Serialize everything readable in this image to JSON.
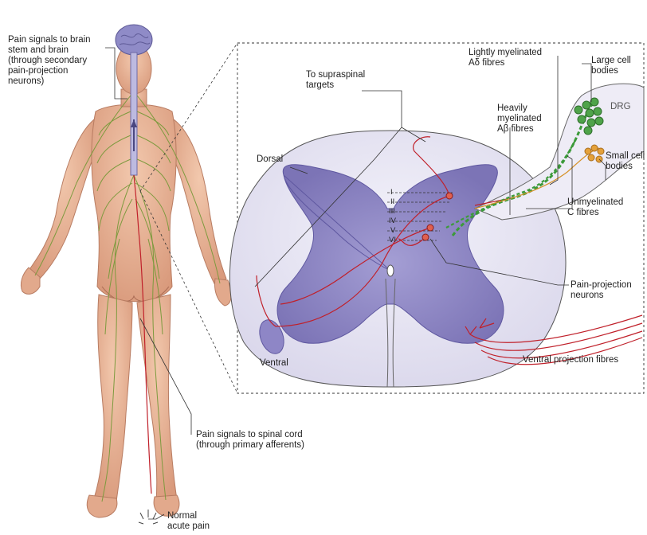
{
  "labels": {
    "pain_brain": "Pain signals to brain\nstem and brain\n(through secondary\npain-projection\nneurons)",
    "supraspinal": "To supraspinal\ntargets",
    "lightly_myelinated": "Lightly myelinated\nAδ fibres",
    "large_cell": "Large cell\nbodies",
    "drg": "DRG",
    "heavily_myelinated": "Heavily\nmyelinated\nAβ fibres",
    "dorsal": "Dorsal",
    "small_cell": "Small cell\nbodies",
    "unmyelinated": "Unmyelinated\nC fibres",
    "pain_projection": "Pain-projection\nneurons",
    "ventral": "Ventral",
    "ventral_projection": "Ventral projection fibres",
    "pain_spinal": "Pain signals to spinal cord\n(through primary afferents)",
    "normal_pain": "Normal\nacute pain"
  },
  "laminae": [
    "I",
    "II",
    "III",
    "IV",
    "V",
    "VI"
  ],
  "colors": {
    "skin": "#e8b497",
    "nerves": "#7d9a3e",
    "grey_matter": "#8e86c6",
    "white_matter": "#e4e2f1",
    "pain_fibre": "#c0202a",
    "large_cell": "#4fa34a",
    "small_cell": "#e5a13a",
    "brain": "#8f8bc7"
  }
}
